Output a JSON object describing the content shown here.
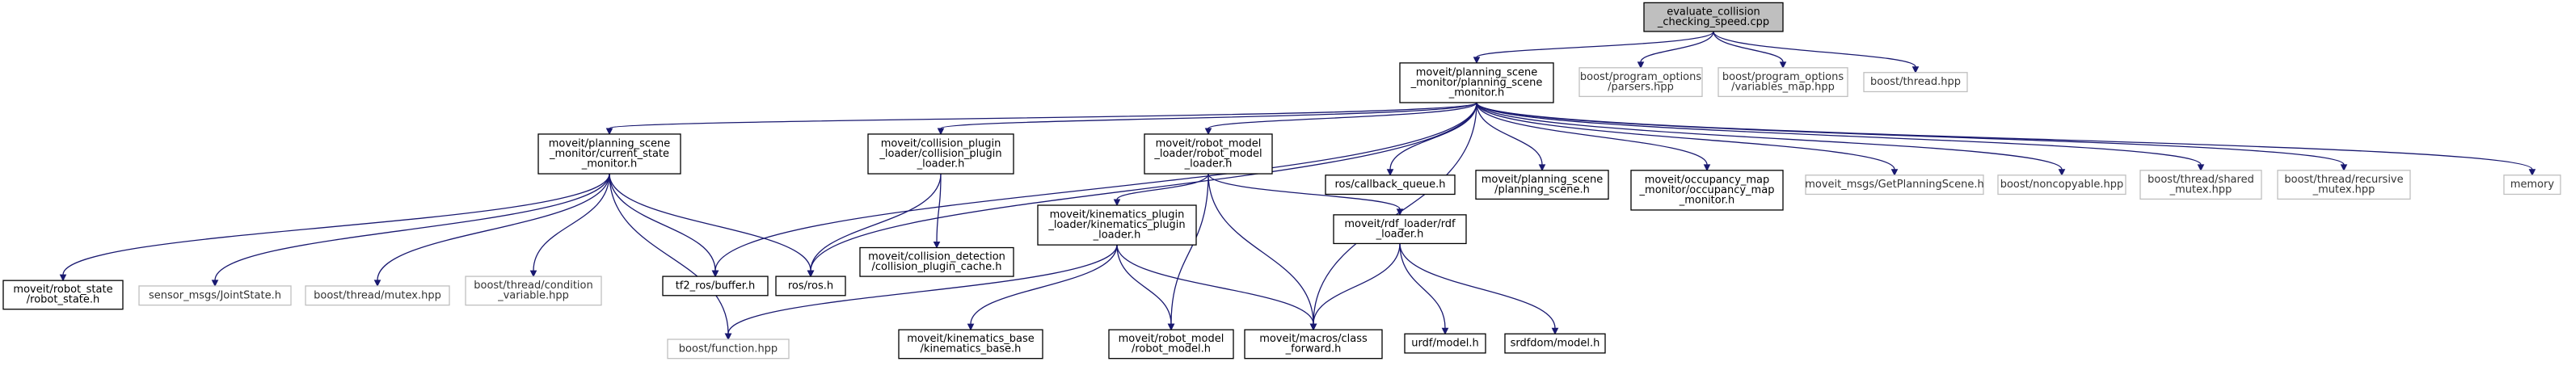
{
  "colors": {
    "edge": "#191970",
    "main_fill": "#bfbfbf",
    "internal_border": "#000000",
    "external_border": "#bfbfbf"
  },
  "nodes": [
    {
      "id": "main",
      "lines": [
        "evaluate_collision",
        "_checking_speed.cpp"
      ],
      "kind": "main"
    },
    {
      "id": "psm",
      "lines": [
        "moveit/planning_scene",
        "_monitor/planning_scene",
        "_monitor.h"
      ],
      "kind": "internal"
    },
    {
      "id": "po_parsers",
      "lines": [
        "boost/program_options",
        "/parsers.hpp"
      ],
      "kind": "external"
    },
    {
      "id": "po_varmap",
      "lines": [
        "boost/program_options",
        "/variables_map.hpp"
      ],
      "kind": "external"
    },
    {
      "id": "thread",
      "lines": [
        "boost/thread.hpp"
      ],
      "kind": "external"
    },
    {
      "id": "csm",
      "lines": [
        "moveit/planning_scene",
        "_monitor/current_state",
        "_monitor.h"
      ],
      "kind": "internal"
    },
    {
      "id": "cpl",
      "lines": [
        "moveit/collision_plugin",
        "_loader/collision_plugin",
        "_loader.h"
      ],
      "kind": "internal"
    },
    {
      "id": "rml",
      "lines": [
        "moveit/robot_model",
        "_loader/robot_model",
        "_loader.h"
      ],
      "kind": "internal"
    },
    {
      "id": "cbq",
      "lines": [
        "ros/callback_queue.h"
      ],
      "kind": "internal"
    },
    {
      "id": "ps",
      "lines": [
        "moveit/planning_scene",
        "/planning_scene.h"
      ],
      "kind": "internal"
    },
    {
      "id": "omm",
      "lines": [
        "moveit/occupancy_map",
        "_monitor/occupancy_map",
        "_monitor.h"
      ],
      "kind": "internal"
    },
    {
      "id": "gps",
      "lines": [
        "moveit_msgs/GetPlanningScene.h"
      ],
      "kind": "external"
    },
    {
      "id": "noncopy",
      "lines": [
        "boost/noncopyable.hpp"
      ],
      "kind": "external"
    },
    {
      "id": "shmutex",
      "lines": [
        "boost/thread/shared",
        "_mutex.hpp"
      ],
      "kind": "external"
    },
    {
      "id": "recmutex",
      "lines": [
        "boost/thread/recursive",
        "_mutex.hpp"
      ],
      "kind": "external"
    },
    {
      "id": "memory",
      "lines": [
        "memory"
      ],
      "kind": "external"
    },
    {
      "id": "rs",
      "lines": [
        "moveit/robot_state",
        "/robot_state.h"
      ],
      "kind": "internal"
    },
    {
      "id": "js",
      "lines": [
        "sensor_msgs/JointState.h"
      ],
      "kind": "external"
    },
    {
      "id": "mutex",
      "lines": [
        "boost/thread/mutex.hpp"
      ],
      "kind": "external"
    },
    {
      "id": "condvar",
      "lines": [
        "boost/thread/condition",
        "_variable.hpp"
      ],
      "kind": "external"
    },
    {
      "id": "tf2",
      "lines": [
        "tf2_ros/buffer.h"
      ],
      "kind": "internal"
    },
    {
      "id": "ros",
      "lines": [
        "ros/ros.h"
      ],
      "kind": "internal"
    },
    {
      "id": "cpc",
      "lines": [
        "moveit/collision_detection",
        "/collision_plugin_cache.h"
      ],
      "kind": "internal"
    },
    {
      "id": "kpl",
      "lines": [
        "moveit/kinematics_plugin",
        "_loader/kinematics_plugin",
        "_loader.h"
      ],
      "kind": "internal"
    },
    {
      "id": "rdf",
      "lines": [
        "moveit/rdf_loader/rdf",
        "_loader.h"
      ],
      "kind": "internal"
    },
    {
      "id": "func",
      "lines": [
        "boost/function.hpp"
      ],
      "kind": "external"
    },
    {
      "id": "kb",
      "lines": [
        "moveit/kinematics_base",
        "/kinematics_base.h"
      ],
      "kind": "internal"
    },
    {
      "id": "rm",
      "lines": [
        "moveit/robot_model",
        "/robot_model.h"
      ],
      "kind": "internal"
    },
    {
      "id": "cf",
      "lines": [
        "moveit/macros/class",
        "_forward.h"
      ],
      "kind": "internal"
    },
    {
      "id": "urdf",
      "lines": [
        "urdf/model.h"
      ],
      "kind": "internal"
    },
    {
      "id": "srdf",
      "lines": [
        "srdfdom/model.h"
      ],
      "kind": "internal"
    }
  ],
  "edges": [
    [
      "main",
      "psm"
    ],
    [
      "main",
      "po_parsers"
    ],
    [
      "main",
      "po_varmap"
    ],
    [
      "main",
      "thread"
    ],
    [
      "psm",
      "csm"
    ],
    [
      "psm",
      "cpl"
    ],
    [
      "psm",
      "rml"
    ],
    [
      "psm",
      "cbq"
    ],
    [
      "psm",
      "ps"
    ],
    [
      "psm",
      "omm"
    ],
    [
      "psm",
      "gps"
    ],
    [
      "psm",
      "noncopy"
    ],
    [
      "psm",
      "shmutex"
    ],
    [
      "psm",
      "recmutex"
    ],
    [
      "psm",
      "memory"
    ],
    [
      "psm",
      "tf2"
    ],
    [
      "psm",
      "ros"
    ],
    [
      "psm",
      "cf"
    ],
    [
      "csm",
      "rs"
    ],
    [
      "csm",
      "js"
    ],
    [
      "csm",
      "mutex"
    ],
    [
      "csm",
      "condvar"
    ],
    [
      "csm",
      "tf2"
    ],
    [
      "csm",
      "ros"
    ],
    [
      "csm",
      "func"
    ],
    [
      "cpl",
      "ros"
    ],
    [
      "cpl",
      "cpc"
    ],
    [
      "rml",
      "kpl"
    ],
    [
      "rml",
      "rdf"
    ],
    [
      "rml",
      "rm"
    ],
    [
      "rml",
      "cf"
    ],
    [
      "kpl",
      "func"
    ],
    [
      "kpl",
      "kb"
    ],
    [
      "kpl",
      "rm"
    ],
    [
      "kpl",
      "cf"
    ],
    [
      "rdf",
      "cf"
    ],
    [
      "rdf",
      "urdf"
    ],
    [
      "rdf",
      "srdf"
    ]
  ]
}
